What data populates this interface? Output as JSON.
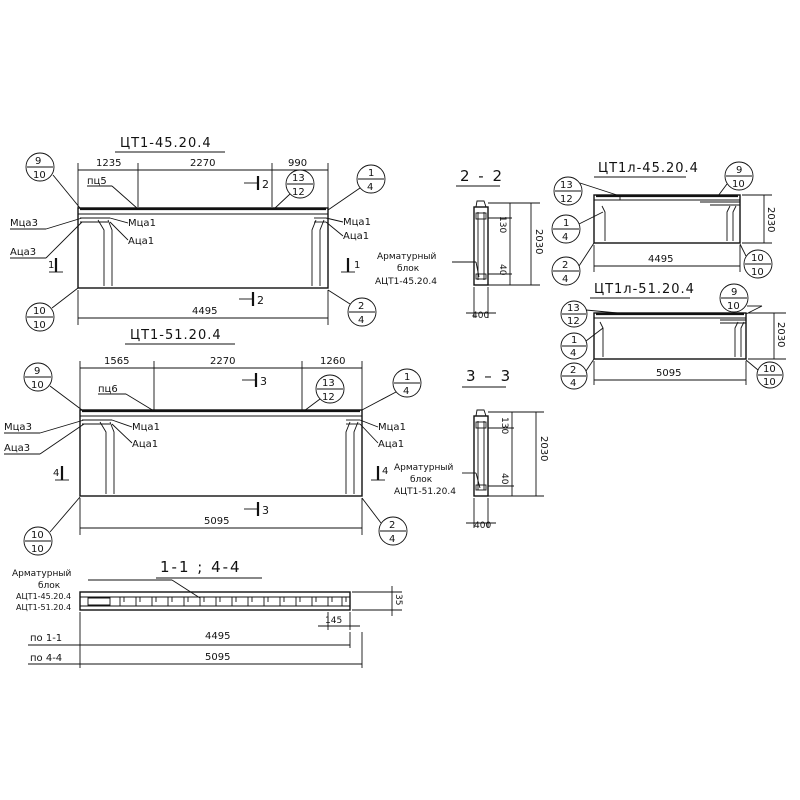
{
  "view1": {
    "title": "ЦТ1-45.20.4",
    "bottom_title": "ЦТ1-51.20.4",
    "dims_top": [
      "1235",
      "2270",
      "990"
    ],
    "dim_bottom": "4495",
    "label_pc": "пц5",
    "section_top": "2",
    "section_bottom": "2",
    "cut_left": "1",
    "cut_right": "1",
    "left_labels": [
      "Мца3",
      "Аца3"
    ],
    "inner_left_labels": [
      "Мца1",
      "Аца1"
    ],
    "right_labels": [
      "Мца1",
      "Аца1"
    ],
    "circles": {
      "tl": [
        "9",
        "10"
      ],
      "tm": [
        "13",
        "12"
      ],
      "tr": [
        "1",
        "4"
      ],
      "bl": [
        "10",
        "10"
      ],
      "br": [
        "2",
        "4"
      ]
    }
  },
  "view2": {
    "dims_top": [
      "1565",
      "2270",
      "1260"
    ],
    "dim_bottom": "5095",
    "label_pc": "пц6",
    "section_top": "3",
    "section_bottom": "3",
    "cut_left": "4",
    "cut_right": "4",
    "left_labels": [
      "Мца3",
      "Аца3"
    ],
    "inner_left_labels": [
      "Мца1",
      "Аца1"
    ],
    "right_labels": [
      "Мца1",
      "Аца1"
    ],
    "circles": {
      "tl": [
        "9",
        "10"
      ],
      "tm": [
        "13",
        "12"
      ],
      "tr": [
        "1",
        "4"
      ],
      "bl": [
        "10",
        "10"
      ],
      "br": [
        "2",
        "4"
      ]
    }
  },
  "section22": {
    "title": "2 - 2",
    "h": "2030",
    "d1": "130",
    "d2": "40",
    "w": "400",
    "label": [
      "Арматурный",
      "блок",
      "АЦТ1-45.20.4"
    ]
  },
  "section33": {
    "title": "3 – 3",
    "h": "2030",
    "d1": "130",
    "d2": "40",
    "w": "400",
    "label": [
      "Арматурный",
      "блок",
      "АЦТ1-51.20.4"
    ]
  },
  "viewL1": {
    "title": "ЦТ1л-45.20.4",
    "h": "2030",
    "w": "4495",
    "circles": {
      "tl": [
        "13",
        "12"
      ],
      "tr": [
        "9",
        "10"
      ],
      "ml": [
        "1",
        "4"
      ],
      "bl": [
        "2",
        "4"
      ],
      "br": [
        "10",
        "10"
      ]
    }
  },
  "viewL2": {
    "title": "ЦТ1л-51.20.4",
    "h": "2030",
    "w": "5095",
    "circles": {
      "tl": [
        "13",
        "12"
      ],
      "tr": [
        "9",
        "10"
      ],
      "ml": [
        "1",
        "4"
      ],
      "bl": [
        "2",
        "4"
      ],
      "br": [
        "10",
        "10"
      ]
    }
  },
  "section11": {
    "title": "1-1 ; 4-4",
    "label": [
      "Арматурный",
      "блок",
      "АЦТ1-45.20.4",
      "АЦТ1-51.20.4"
    ],
    "d_side": "35",
    "d_end": "145",
    "rows": [
      {
        "label": "по 1-1",
        "value": "4495"
      },
      {
        "label": "по 4-4",
        "value": "5095"
      }
    ]
  }
}
